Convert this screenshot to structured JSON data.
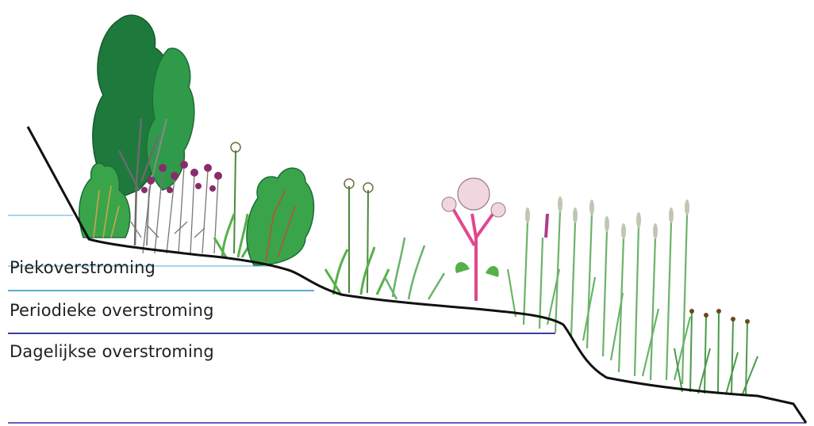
{
  "zones": {
    "peak": "Piekoverstroming",
    "periodic": "Periodieke overstroming",
    "daily": "Dagelijkse overstroming"
  },
  "colors": {
    "ground": "#111111",
    "water_peak": "#8cc9e6",
    "water_periodic": "#5aaed8",
    "water_daily": "#3d3d9e",
    "bottom_line": "#6c5cc7",
    "tree_dark": "#1e7a3c",
    "tree_mid": "#2e9a4a",
    "leaf_green": "#56b04a",
    "flower_purple": "#8a2c6c",
    "flower_pink": "#e0488f",
    "reed_green": "#6bb36a"
  },
  "icons": [
    "tree-icon",
    "shrub-icon",
    "flower-icon",
    "reed-icon"
  ]
}
